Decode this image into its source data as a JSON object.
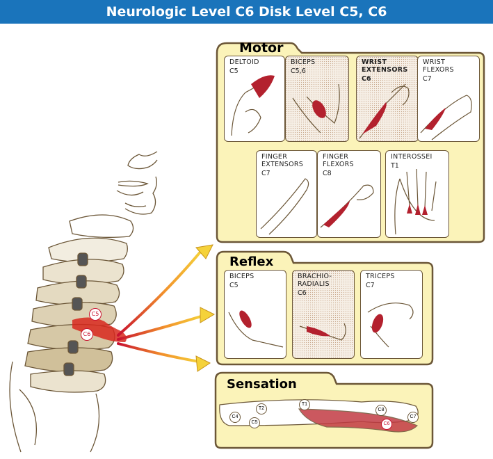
{
  "title": "Neurologic Level C6 Disk Level C5, C6",
  "motor": {
    "title": "Motor",
    "cards": [
      {
        "name": "DELTOID",
        "level": "C5"
      },
      {
        "name": "BICEPS",
        "level": "C5,6"
      },
      {
        "name": "WRIST\nEXTENSORS",
        "level": "C6"
      },
      {
        "name": "WRIST\nFLEXORS",
        "level": "C7"
      },
      {
        "name": "FINGER\nEXTENSORS",
        "level": "C7"
      },
      {
        "name": "FINGER\nFLEXORS",
        "level": "C8"
      },
      {
        "name": "INTEROSSEI",
        "level": "T1"
      }
    ]
  },
  "reflex": {
    "title": "Reflex",
    "cards": [
      {
        "name": "BICEPS",
        "level": "C5"
      },
      {
        "name": "BRACHIO-\nRADIALIS",
        "level": "C6"
      },
      {
        "name": "TRICEPS",
        "level": "C7"
      }
    ]
  },
  "sensation": {
    "title": "Sensation",
    "dermatomes": [
      "C4",
      "T2",
      "C5",
      "T1",
      "C8",
      "C7",
      "C6"
    ]
  },
  "spine_labels": [
    "C5",
    "C6"
  ],
  "colors": {
    "title_bar": "#1a74bb",
    "panel": "#fbf3b9",
    "panel_border": "#6b5637",
    "muscle": "#b3212e",
    "nerve": "#d8281d"
  }
}
